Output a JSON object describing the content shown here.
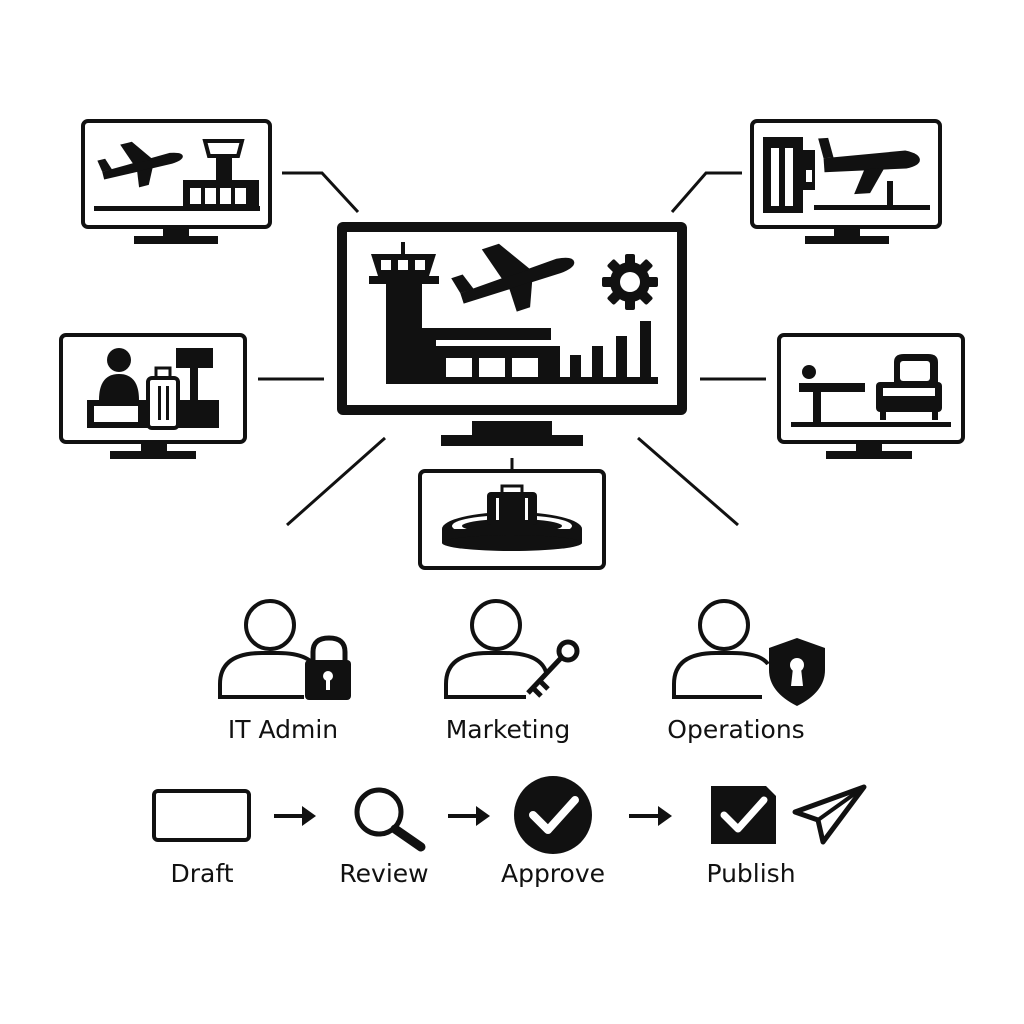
{
  "colors": {
    "ink": "#111111",
    "background": "#ffffff"
  },
  "icons": {
    "hub": "airport-dashboard-monitor-icon",
    "monitors": [
      "flight-departure-monitor-icon",
      "gate-boarding-monitor-icon",
      "check-in-desk-monitor-icon",
      "lounge-seating-monitor-icon",
      "baggage-carousel-monitor-icon"
    ]
  },
  "roles": [
    {
      "label": "IT Admin",
      "icon": "user-lock-icon"
    },
    {
      "label": "Marketing",
      "icon": "user-key-icon"
    },
    {
      "label": "Operations",
      "icon": "user-shield-icon"
    }
  ],
  "workflow": [
    {
      "label": "Draft",
      "icon": "draft-box-icon"
    },
    {
      "label": "Review",
      "icon": "magnifier-icon"
    },
    {
      "label": "Approve",
      "icon": "check-circle-icon"
    },
    {
      "label": "Publish",
      "icon": "publish-check-send-icon"
    }
  ]
}
